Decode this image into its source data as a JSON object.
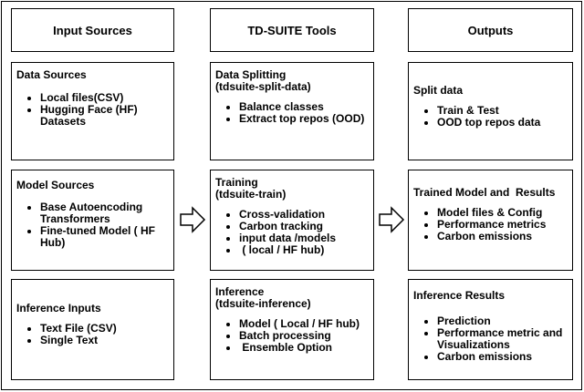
{
  "columns": [
    {
      "header": "Input Sources"
    },
    {
      "header": "TD-SUITE Tools"
    },
    {
      "header": "Outputs"
    }
  ],
  "inputs": {
    "data_sources": {
      "title": "Data Sources",
      "items": [
        "Local files(CSV)",
        "Hugging Face (HF) Datasets"
      ]
    },
    "model_sources": {
      "title": "Model Sources",
      "items": [
        "Base Autoencoding Transformers",
        "Fine-tuned Model ( HF Hub)"
      ]
    },
    "inference_inputs": {
      "title": "Inference Inputs",
      "items": [
        "Text File (CSV)",
        "Single Text"
      ]
    }
  },
  "tools": {
    "data_splitting": {
      "title": "Data Splitting",
      "subtitle": "(tdsuite-split-data)",
      "items": [
        "Balance classes",
        "Extract top repos (OOD)"
      ]
    },
    "training": {
      "title": "Training",
      "subtitle": "(tdsuite-train)",
      "items": [
        "Cross-validation",
        "Carbon tracking",
        "input data /models",
        " ( local / HF hub)"
      ]
    },
    "inference": {
      "title": "Inference",
      "subtitle": "(tdsuite-inference)",
      "items": [
        "Model ( Local / HF hub)",
        "Batch processing",
        " Ensemble Option"
      ]
    }
  },
  "outputs": {
    "split_data": {
      "title": "Split data",
      "items": [
        "Train & Test",
        "OOD top repos data"
      ]
    },
    "trained_model": {
      "title": "Trained Model and  Results",
      "items": [
        "Model files & Config",
        "Performance metrics",
        "Carbon emissions"
      ]
    },
    "inference_results": {
      "title": "Inference Results",
      "items": [
        "Prediction",
        "Performance metric and Visualizations",
        "Carbon emissions"
      ]
    }
  },
  "icons": [
    "right-arrow-icon"
  ]
}
